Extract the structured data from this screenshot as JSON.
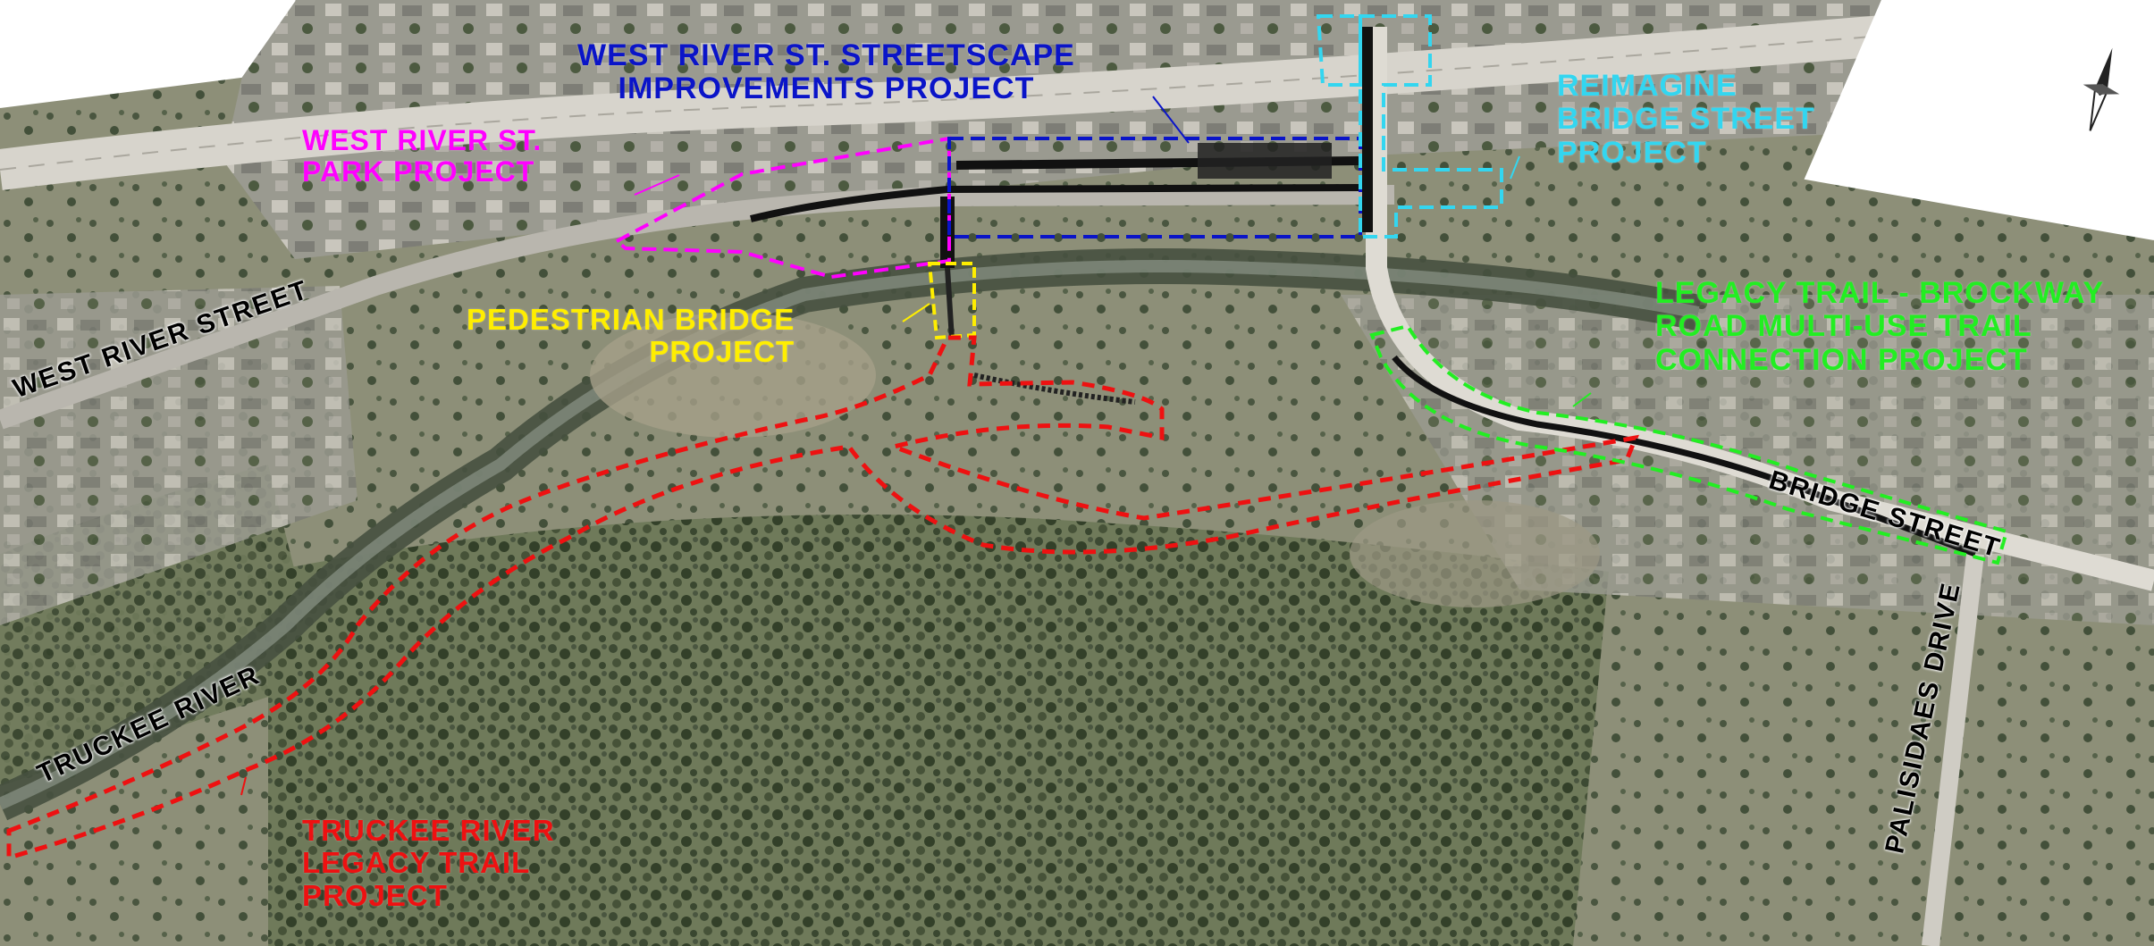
{
  "legend": {
    "park": {
      "lines": [
        "WEST RIVER ST.",
        "PARK PROJECT"
      ],
      "color": "#ff00ff"
    },
    "streetscape": {
      "lines": [
        "WEST RIVER ST. STREETSCAPE",
        "IMPROVEMENTS PROJECT"
      ],
      "color": "#0a14c8"
    },
    "bridge_st": {
      "lines": [
        "REIMAGINE",
        "BRIDGE STREET",
        "PROJECT"
      ],
      "color": "#33d6f0"
    },
    "pedestrian": {
      "lines": [
        "PEDESTRIAN BRIDGE",
        "PROJECT"
      ],
      "color": "#ffee00"
    },
    "brockway": {
      "lines": [
        "LEGACY TRAIL - BROCKWAY",
        "ROAD MULTI-USE TRAIL",
        "CONNECTION PROJECT"
      ],
      "color": "#22ee22"
    },
    "legacy": {
      "lines": [
        "TRUCKEE RIVER",
        "LEGACY TRAIL",
        "PROJECT"
      ],
      "color": "#ee1111"
    }
  },
  "road_labels": {
    "west_river_street": "WEST RIVER STREET",
    "truckee_river": "TRUCKEE RIVER",
    "bridge_street": "BRIDGE STREET",
    "palisades_drive": "PALISIDAES DRIVE"
  },
  "icons": {
    "north_arrow": "compass-north-arrow-icon"
  }
}
